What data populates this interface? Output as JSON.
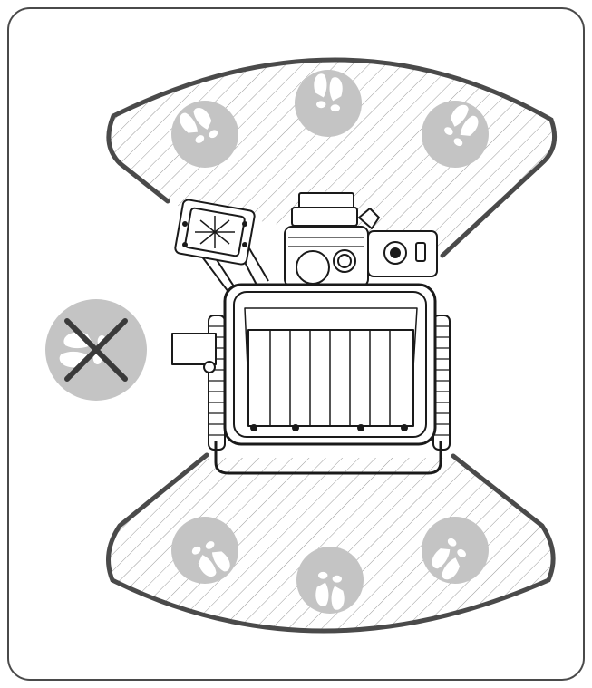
{
  "diagram": {
    "frame": "rounded-border",
    "safe_zones": [
      {
        "id": "front",
        "footprint_icons": 3
      },
      {
        "id": "rear",
        "footprint_icons": 3
      }
    ],
    "forbidden_zone": {
      "side": "left",
      "icon": "no-footprint-icon"
    },
    "machine": "wood-chipper-top-view",
    "colors": {
      "outline": "#4a4a4a",
      "hatch": "#9a9a9a",
      "icon_fill": "#c4c4c4",
      "machine_stroke": "#1a1a1a"
    }
  }
}
